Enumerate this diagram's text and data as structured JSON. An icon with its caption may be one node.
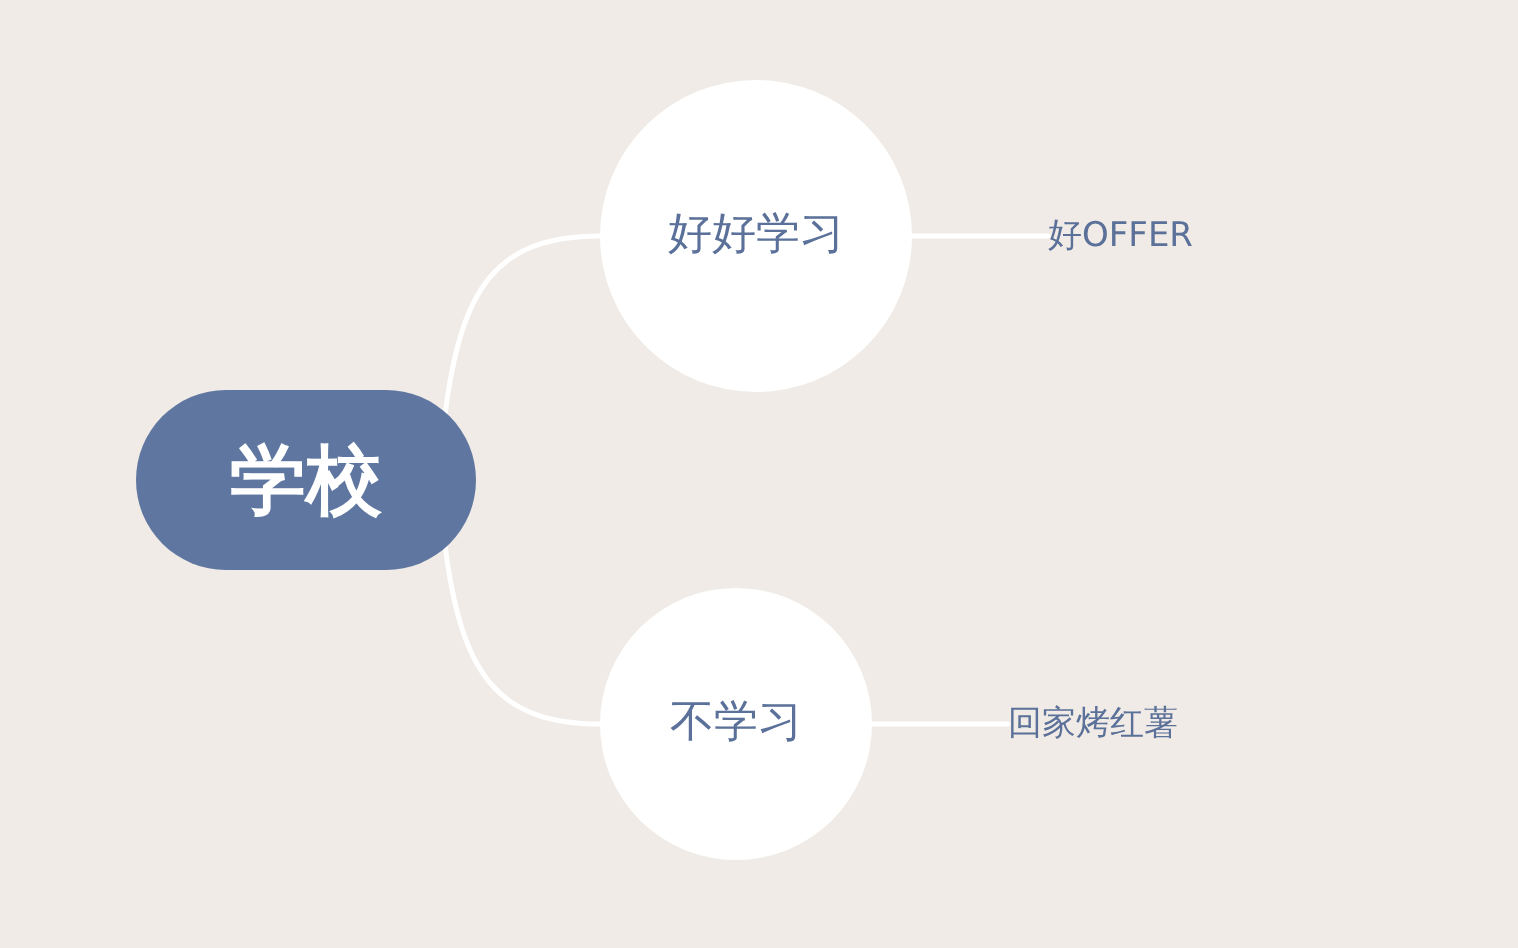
{
  "diagram": {
    "nodes": [
      {
        "text": [
          "学校"
        ]
      },
      {
        "text": [
          "好好学习"
        ]
      },
      {
        "text": [
          "好OFFER"
        ]
      },
      {
        "text": [
          "不学习"
        ]
      },
      {
        "text": [
          "回家烤红薯"
        ]
      }
    ],
    "edges": [
      {
        "from": 0,
        "to": 1,
        "arrow": "none"
      },
      {
        "from": 1,
        "to": 2,
        "arrow": "none"
      },
      {
        "from": 0,
        "to": 3,
        "arrow": "none"
      },
      {
        "from": 3,
        "to": 4,
        "arrow": "none"
      }
    ]
  }
}
